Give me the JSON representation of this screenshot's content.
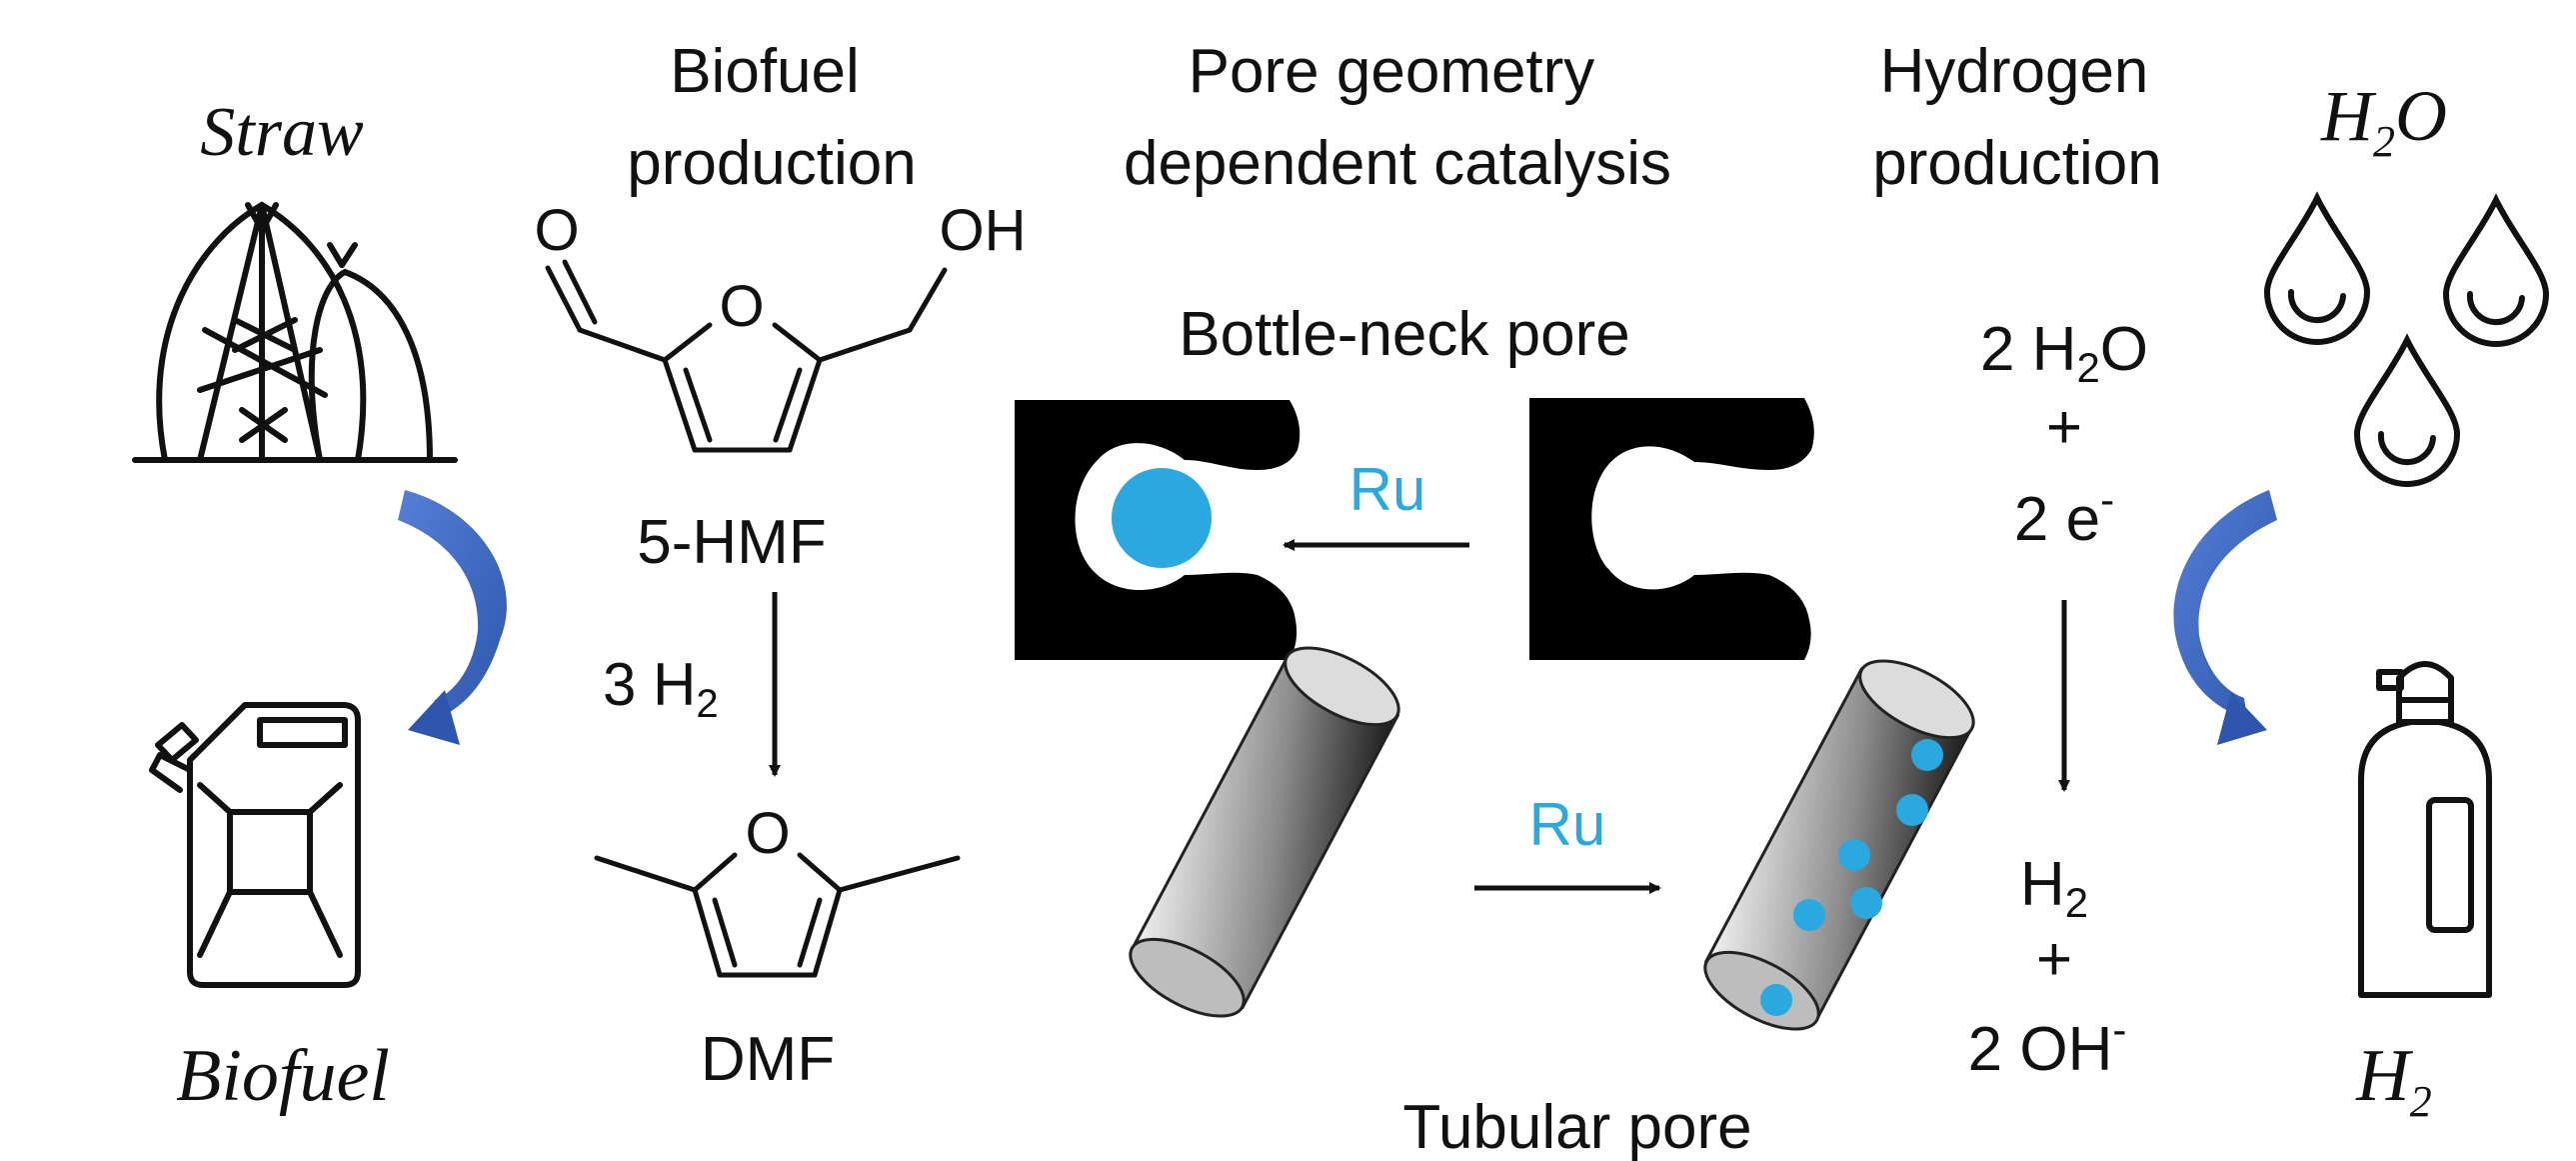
{
  "headings": {
    "biofuel_line1": "Biofuel",
    "biofuel_line2": "production",
    "pore_line1": "Pore geometry",
    "pore_line2": "dependent catalysis",
    "hydrogen_line1": "Hydrogen",
    "hydrogen_line2": "production"
  },
  "left": {
    "straw": "Straw",
    "biofuel": "Biofuel"
  },
  "molecules": {
    "aldehyde_o": "O",
    "oh": "OH",
    "ring_o_top": "O",
    "hmf": "5-HMF",
    "reagent_prefix": "3 H",
    "reagent_sub": "2",
    "ring_o_bottom": "O",
    "dmf": "DMF"
  },
  "pores": {
    "bottleneck_label": "Bottle-neck pore",
    "tubular_label": "Tubular pore",
    "ru_top": "Ru",
    "ru_bottom": "Ru"
  },
  "reaction": {
    "r1_prefix": "2 H",
    "r1_sub": "2",
    "r1_suffix": "O",
    "plus1": "+",
    "r2_prefix": "2 e",
    "r2_sup": "-",
    "p1_prefix": "H",
    "p1_sub": "2",
    "plus2": "+",
    "p2_prefix": "2 OH",
    "p2_sup": "-"
  },
  "right": {
    "water_h": "H",
    "water_sub": "2",
    "water_o": "O",
    "h2_h": "H",
    "h2_sub": "2"
  },
  "colors": {
    "ru_blue": "#2aa8e0",
    "arrow_blue": "#3d66bf",
    "ink": "#111111"
  }
}
